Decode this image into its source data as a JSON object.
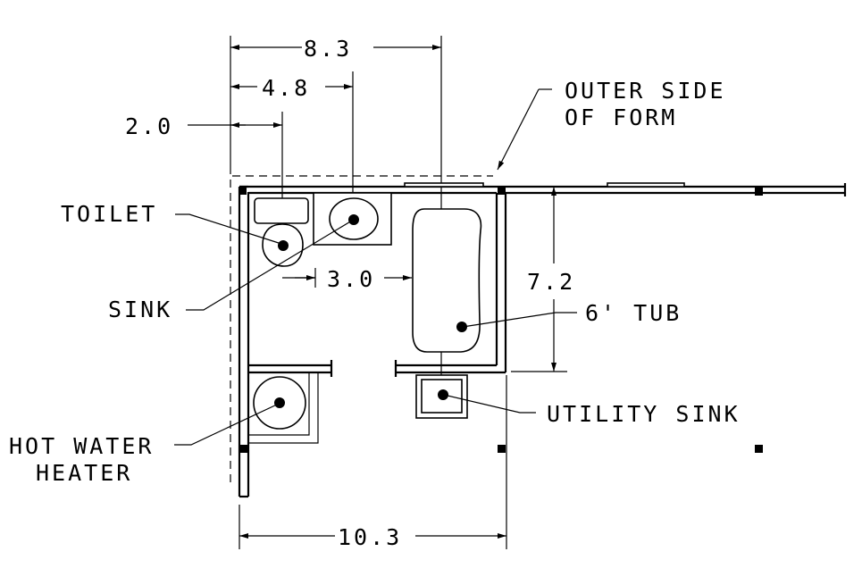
{
  "dimensions": {
    "overall_top": "8.3",
    "to_sink": "4.8",
    "to_toilet": "2.0",
    "tub_clearance": "3.0",
    "tub_length": "7.2",
    "overall_bottom": "10.3"
  },
  "labels": {
    "outer_form_line1": "OUTER SIDE",
    "outer_form_line2": "OF FORM",
    "toilet": "TOILET",
    "sink": "SINK",
    "tub": "6' TUB",
    "utility_sink": "UTILITY SINK",
    "water_heater_line1": "HOT WATER",
    "water_heater_line2": "HEATER"
  },
  "colors": {
    "ink": "#000000",
    "paper": "#ffffff"
  }
}
